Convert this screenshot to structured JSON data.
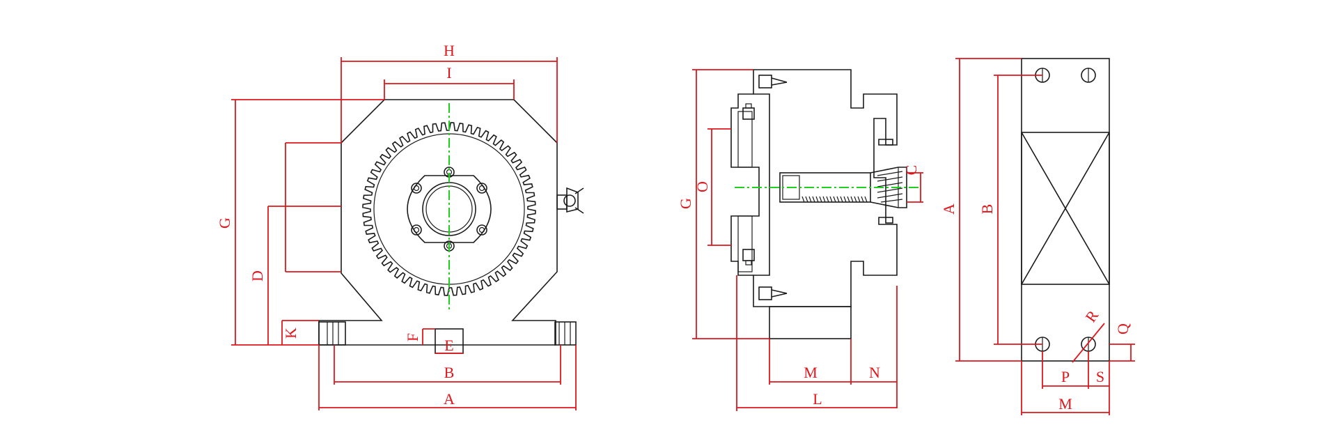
{
  "colors": {
    "dimension": "#e0161b",
    "outline": "#1a1a1a",
    "centerline": "#1fd11f",
    "background": "#ffffff"
  },
  "front_view": {
    "labels": {
      "H": "H",
      "I": "I",
      "G": "G",
      "D": "D",
      "K": "K",
      "F": "F",
      "E": "E",
      "B": "B",
      "A": "A"
    },
    "gear_teeth": 60
  },
  "side_view": {
    "labels": {
      "G": "G",
      "O": "O",
      "C": "C",
      "M": "M",
      "N": "N",
      "L": "L"
    }
  },
  "top_view": {
    "labels": {
      "A": "A",
      "B": "B",
      "R": "R",
      "Q": "Q",
      "P": "P",
      "S": "S",
      "M": "M"
    }
  }
}
